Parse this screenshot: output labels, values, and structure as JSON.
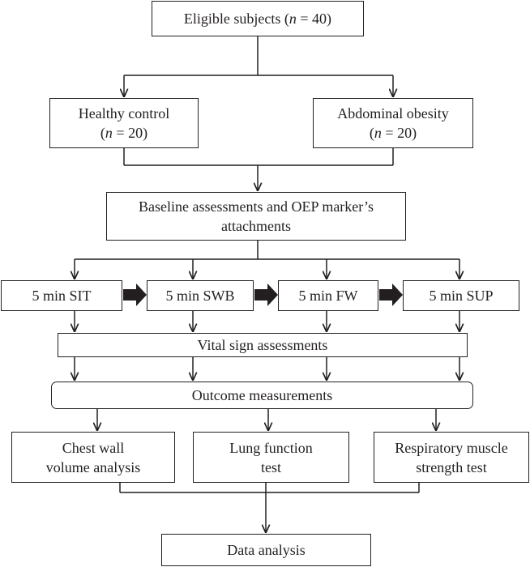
{
  "nodes": {
    "eligible": {
      "pre": "Eligible subjects (",
      "n": "n",
      "post": " = 40)"
    },
    "healthy": {
      "line1": "Healthy control",
      "pre": "(",
      "n": "n",
      "post": " = 20)"
    },
    "obesity": {
      "line1": "Abdominal obesity",
      "pre": "(",
      "n": "n",
      "post": " = 20)"
    },
    "baseline": {
      "line1": "Baseline assessments and OEP marker’s",
      "line2": "attachments"
    },
    "sit": "5 min SIT",
    "swb": "5 min SWB",
    "fw": "5 min FW",
    "sup": "5 min SUP",
    "vital": "Vital sign assessments",
    "outcome": "Outcome measurements",
    "chest": {
      "line1": "Chest wall",
      "line2": "volume analysis"
    },
    "lung": {
      "line1": "Lung function",
      "line2": "test"
    },
    "resp": {
      "line1": "Respiratory muscle",
      "line2": "strength test"
    },
    "data": "Data analysis"
  },
  "colors": {
    "ink": "#231f20",
    "background": "#ffffff"
  }
}
